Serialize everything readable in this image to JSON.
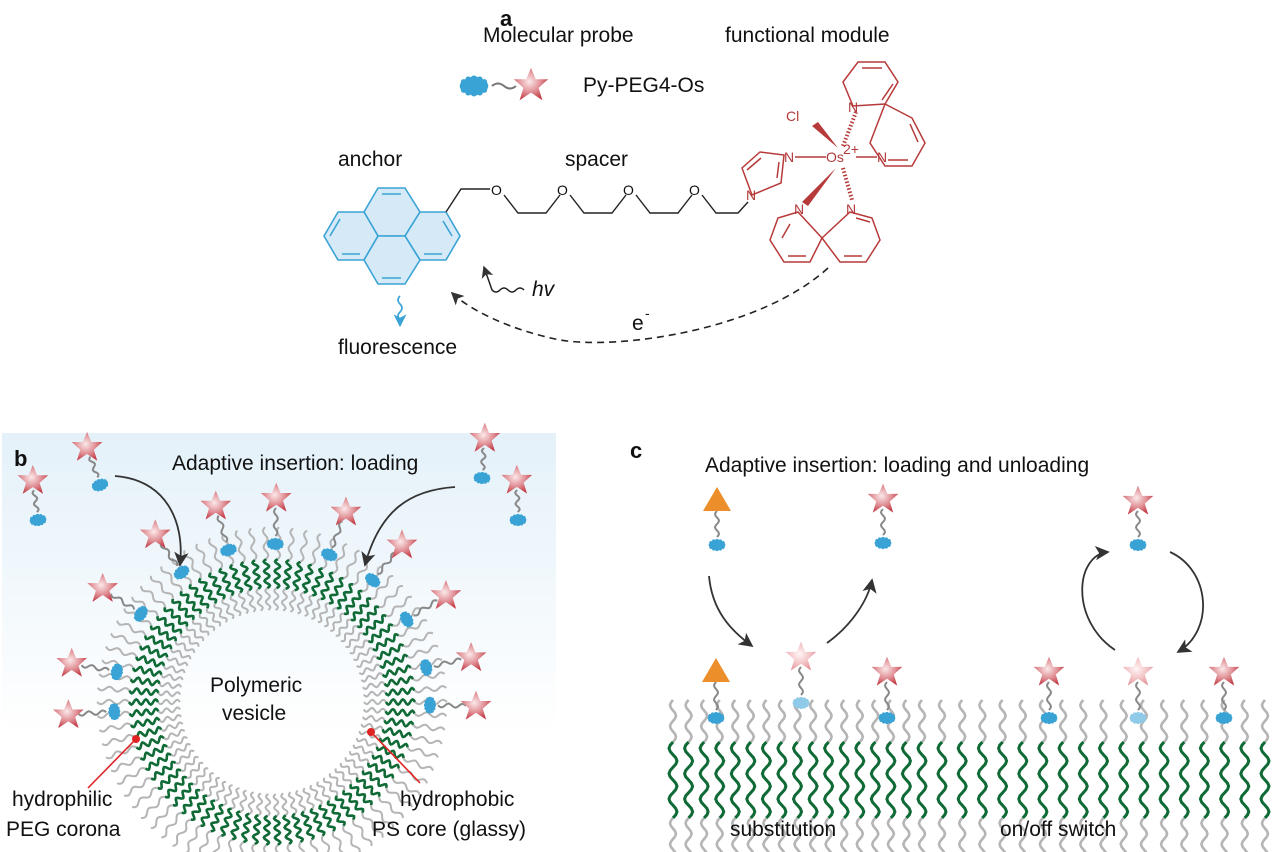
{
  "colors": {
    "anchor_blue": "#3aa3d6",
    "anchor_fill": "#d5eaf6",
    "osmium_red": "#b73a3a",
    "star_red": "#c8464c",
    "triangle_orange": "#ec8f2a",
    "ps_green": "#0f6a35",
    "peg_grey": "#b5b5b5",
    "panel_b_bg_top": "#e6f2f9",
    "panel_b_bg_bottom": "#ffffff",
    "arrow_dark": "#333333",
    "pointer_red": "#e02323"
  },
  "panel_a": {
    "letter": "a",
    "molecular_probe_label": "Molecular probe",
    "functional_module_label": "functional module",
    "probe_name": "Py-PEG4-Os",
    "anchor_label": "anchor",
    "spacer_label": "spacer",
    "fluorescence_label": "fluorescence",
    "hv_label": "hv",
    "electron_label": "e",
    "electron_superscript": "-",
    "atoms": {
      "chlorine": "Cl",
      "osmium": "Os",
      "osmium_charge": "2+",
      "nitrogen": "N",
      "oxygen": "O"
    }
  },
  "panel_b": {
    "letter": "b",
    "title": "Adaptive insertion: loading",
    "center_label_line1": "Polymeric",
    "center_label_line2": "vesicle",
    "left_annotation_line1": "hydrophilic",
    "left_annotation_line2": "PEG corona",
    "right_annotation_line1": "hydrophobic",
    "right_annotation_line2": "PS core (glassy)"
  },
  "panel_c": {
    "letter": "c",
    "title": "Adaptive insertion: loading and unloading",
    "left_caption": "substitution",
    "right_caption": "on/off switch"
  }
}
